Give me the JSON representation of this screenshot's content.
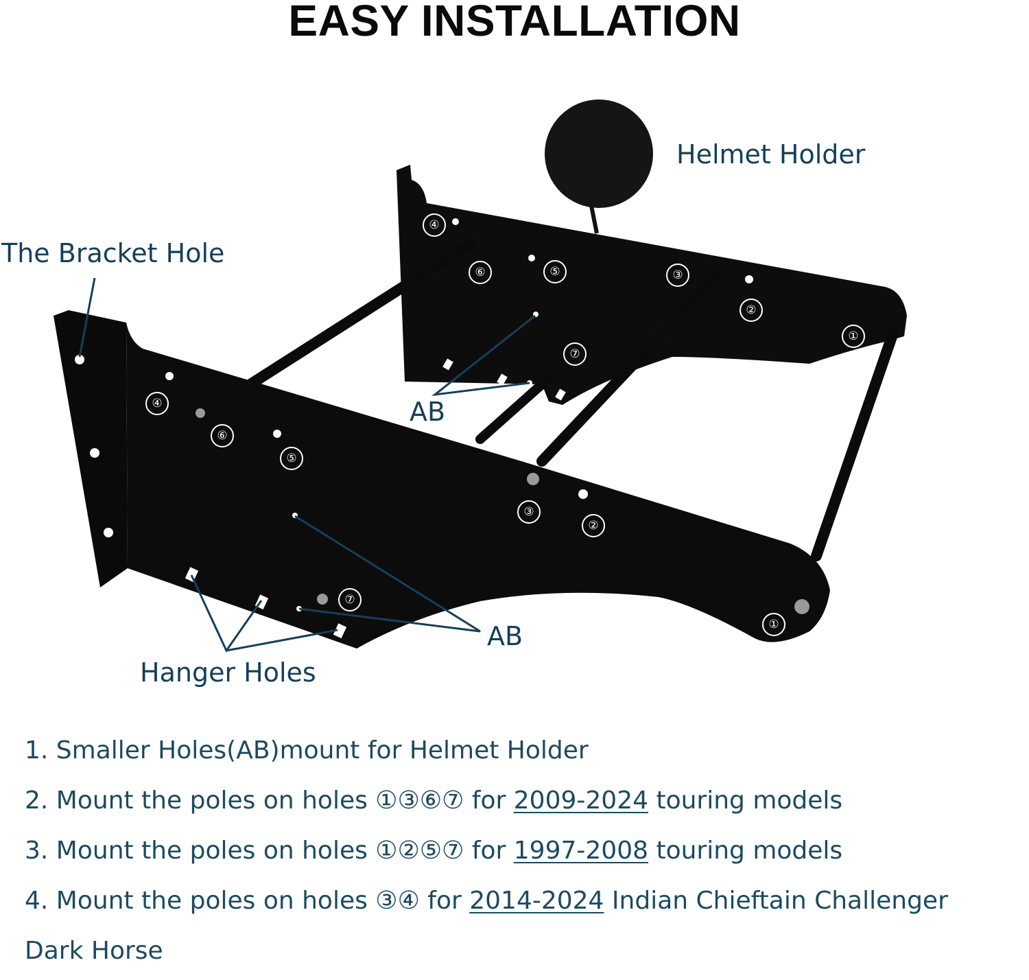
{
  "title": "EASY INSTALLATION",
  "labels": {
    "helmet_holder": "Helmet Holder",
    "bracket_hole": "The Bracket Hole",
    "ab_upper": "AB",
    "ab_lower": "AB",
    "hanger_holes": "Hanger Holes"
  },
  "hole_numbers": {
    "back": [
      "④",
      "⑥",
      "⑤",
      "③",
      "②",
      "①",
      "⑦"
    ],
    "front": [
      "④",
      "⑥",
      "⑤",
      "③",
      "②",
      "⑦",
      "①"
    ]
  },
  "notes": [
    {
      "pre": "1. Smaller Holes(AB)mount for Helmet Holder",
      "year": "",
      "post": ""
    },
    {
      "pre": "2. Mount the poles on holes ①③⑥⑦ for ",
      "year": "2009-2024",
      "post": " touring models"
    },
    {
      "pre": "3. Mount the poles on holes ①②⑤⑦ for ",
      "year": "1997-2008",
      "post": " touring models"
    },
    {
      "pre": "4. Mount the poles on holes ③④ for ",
      "year": "2014-2024",
      "post": " Indian Chieftain Challenger"
    },
    {
      "pre": "Dark Horse",
      "year": "",
      "post": ""
    }
  ],
  "colors": {
    "bracket": "#0c0c0c",
    "label_text": "#14405a",
    "note_text": "#1b4a60",
    "title_text": "#0a0a0a"
  }
}
